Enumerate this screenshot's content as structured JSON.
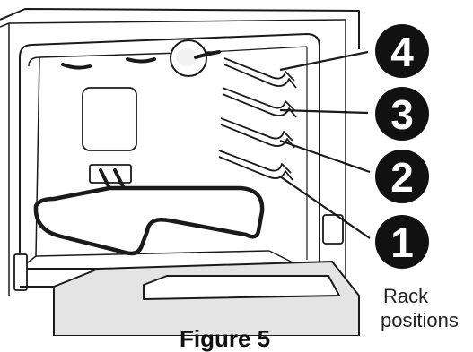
{
  "rack_positions": [
    {
      "number": "4"
    },
    {
      "number": "3"
    },
    {
      "number": "2"
    },
    {
      "number": "1"
    }
  ],
  "caption": {
    "line1": "Rack",
    "line2": "positions"
  },
  "figure_label": "Figure 5",
  "colors": {
    "line": "#1a1a1a",
    "cavity": "#ffffff",
    "shade": "#e4e4e4",
    "badge": "#111111",
    "badge_text": "#ffffff"
  }
}
